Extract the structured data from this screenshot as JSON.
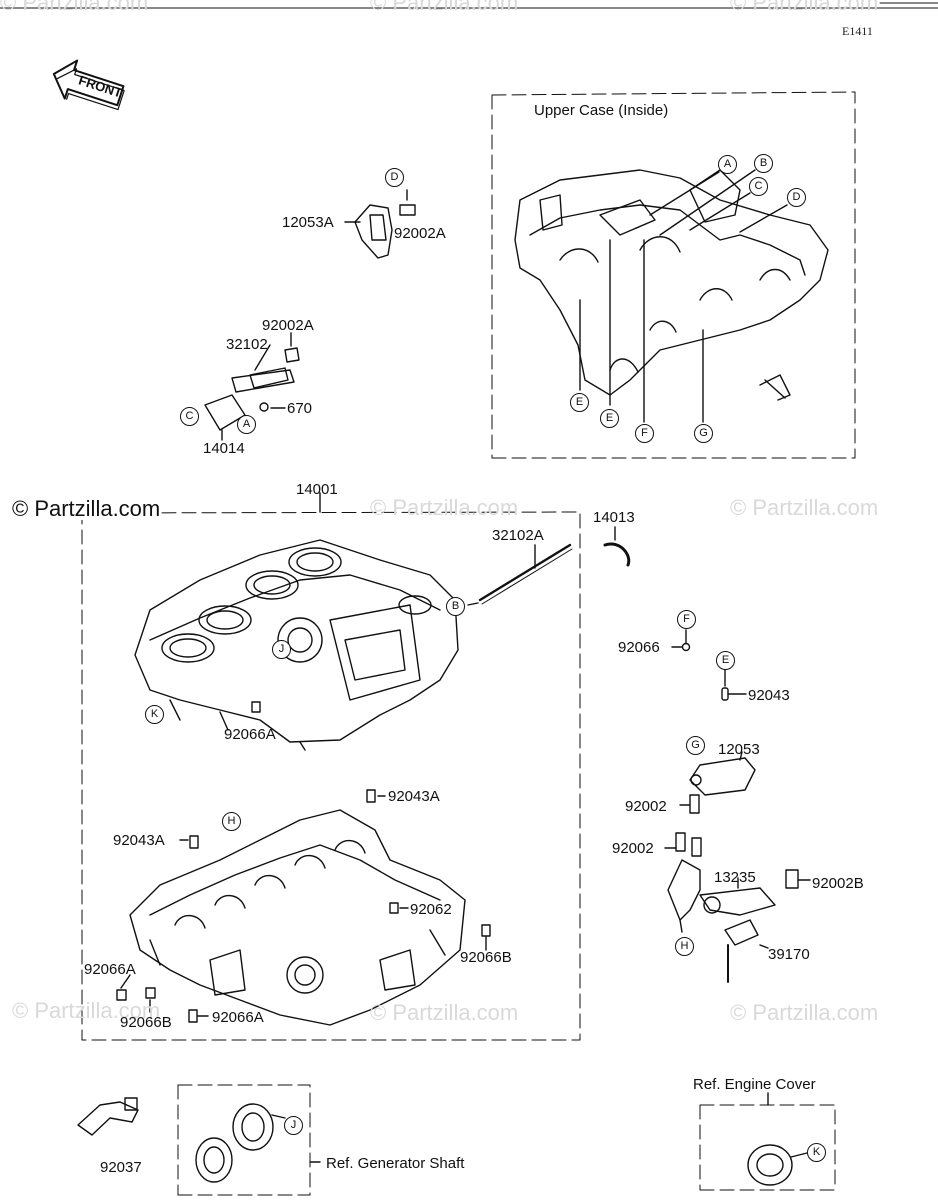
{
  "diagram_code": "E1411",
  "watermark": "© Partzilla.com",
  "front_label": "FRONT",
  "upper_case_title": "Upper Case (Inside)",
  "ref_generator": "Ref. Generator Shaft",
  "ref_engine_cover": "Ref. Engine Cover",
  "part_labels": {
    "p12053A": "12053A",
    "p92002A_top": "92002A",
    "p92002A_mid": "92002A",
    "p32102": "32102",
    "p670": "670",
    "p14014": "14014",
    "p14001": "14001",
    "p32102A": "32102A",
    "p14013": "14013",
    "p92066": "92066",
    "p92043": "92043",
    "p92066A_up": "92066A",
    "p12053": "12053",
    "p92002_a": "92002",
    "p92002_b": "92002",
    "p13235": "13235",
    "p92002B": "92002B",
    "p39170": "39170",
    "p92043A_right": "92043A",
    "p92043A_left": "92043A",
    "p92062": "92062",
    "p92066B_right": "92066B",
    "p92066A_left": "92066A",
    "p92066B_left": "92066B",
    "p92066A_bottom": "92066A",
    "p92037": "92037"
  },
  "callouts": {
    "A": "A",
    "B": "B",
    "C": "C",
    "D": "D",
    "E": "E",
    "F": "F",
    "G": "G",
    "H": "H",
    "J": "J",
    "K": "K"
  }
}
